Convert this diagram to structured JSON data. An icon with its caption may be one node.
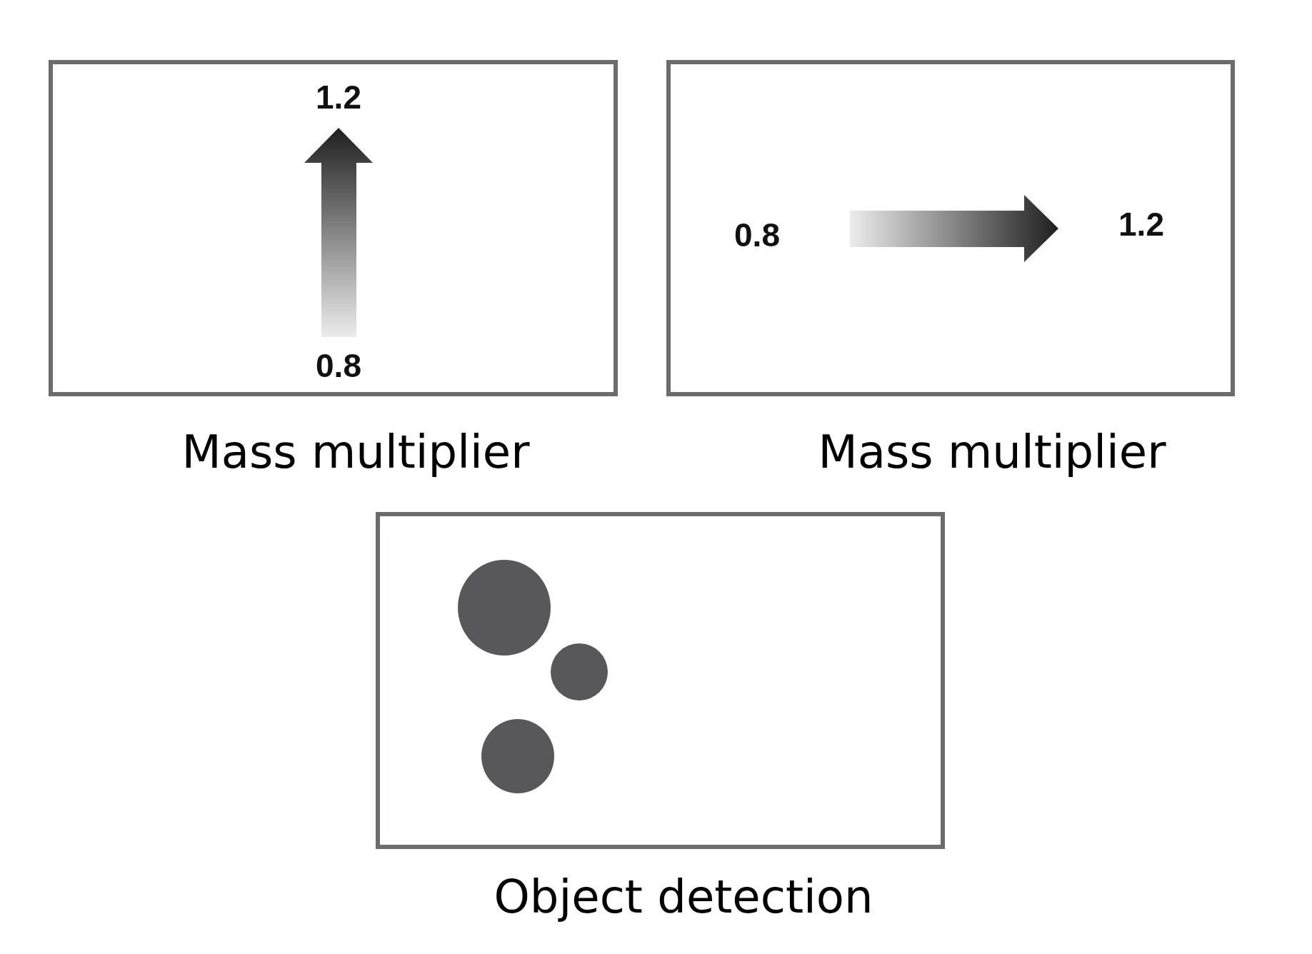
{
  "diagram": {
    "nodes": [
      {
        "text": [
          "Mass multiplier"
        ]
      },
      {
        "text": [
          "Mass multiplier"
        ]
      },
      {
        "text": [
          "Object detection"
        ]
      },
      {
        "text": [],
        "shape": "circle",
        "in": 2
      },
      {
        "text": [],
        "shape": "circle",
        "in": 2
      },
      {
        "text": [],
        "shape": "circle",
        "in": 2
      }
    ],
    "labels": [
      "1.2",
      "0.8",
      "1.2",
      "0.8"
    ]
  }
}
